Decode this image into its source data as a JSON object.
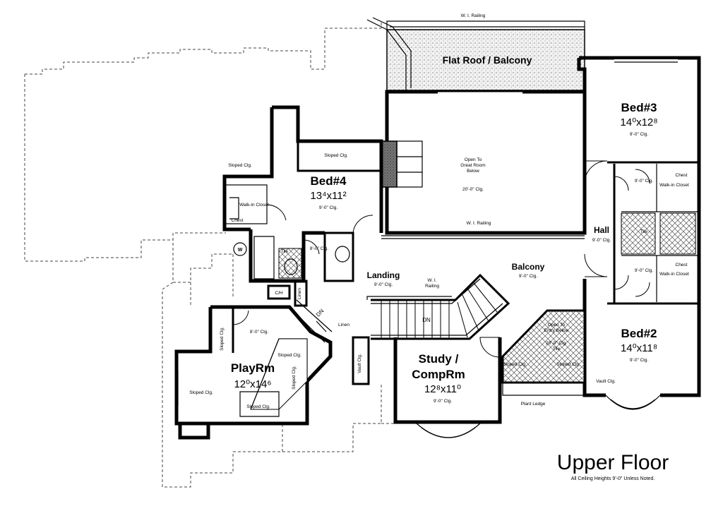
{
  "title": "Upper Floor",
  "subtitle": "All Ceiling Heights 9'-0\" Unless Noted.",
  "rooms": {
    "bed3": {
      "name": "Bed#3",
      "dims": "14⁰x12⁸",
      "clg": "9'-0\" Clg."
    },
    "bed4": {
      "name": "Bed#4",
      "dims": "13⁴x11²",
      "clg": "9'-0\" Clg."
    },
    "bed2": {
      "name": "Bed#2",
      "dims": "14⁰x11⁸",
      "clg": "9'-0\" Clg."
    },
    "playrm": {
      "name": "PlayRm",
      "dims": "12⁰x14⁶"
    },
    "study": {
      "name": "Study /",
      "name2": "CompRm",
      "dims": "12⁸x11⁰",
      "clg": "9'-0\" Clg."
    }
  },
  "labels": {
    "flat_roof": "Flat Roof / Balcony",
    "wi_railing_top": "W. I. Railing",
    "open_great_1": "Open To",
    "open_great_2": "Great Room",
    "open_great_3": "Below",
    "open_great_clg": "20'-0\" Clg.",
    "wi_railing_mid": "W. I. Railing",
    "hall": "Hall",
    "hall_clg": "9'-0\" Clg.",
    "landing": "Landing",
    "landing_clg": "9'-0\" Clg.",
    "balcony": "Balcony",
    "balcony_clg": "9'-0\" Clg.",
    "wi_railing_stair_1": "W. I.",
    "wi_railing_stair_2": "Railing",
    "dn_stair": "DN",
    "dn_play": "DN",
    "open_entry_1": "Open To",
    "open_entry_2": "Entry Below",
    "open_entry_clg": "20'-0\" Clg.",
    "tile_entry": "Tile",
    "sloped_clg_bed4": "Sloped Clg.",
    "sloped_clg_closet": "Sloped Clg.",
    "walkin_closet": "Walk-in Closet",
    "chest": "Chest",
    "walkin_closet_b3": "Walk-in Closet",
    "chest_b3": "Chest",
    "clg_b3": "9'-0\" Clg.",
    "walkin_closet_b2": "Walk-in Closet",
    "chest_b2": "Chest",
    "clg_b2": "9'-0\" Clg.",
    "tile_bath_b4": "Tile",
    "clg_bath_b4": "8'-0\" Clg.",
    "tile_bath_b3": "Tile",
    "w_symbol": "W",
    "ch": "C/H",
    "linen_1": "Linen",
    "linen_2": "Linen",
    "vault_clg": "Vault Clg.",
    "vault_clg_b2": "Vault Clg.",
    "play_clg": "8'-0\" Clg.",
    "sloped_play_1": "Sloped Clg.",
    "sloped_play_2": "Sloped Clg.",
    "sloped_play_3": "Sloped Clg.",
    "sloped_play_4": "Sloped Clg.",
    "sloped_play_5": "Sloped Clg.",
    "sloped_entry_1": "Sloped Clg.",
    "sloped_entry_2": "Sloped Clg.",
    "plant_ledge": "Plant Ledge"
  }
}
